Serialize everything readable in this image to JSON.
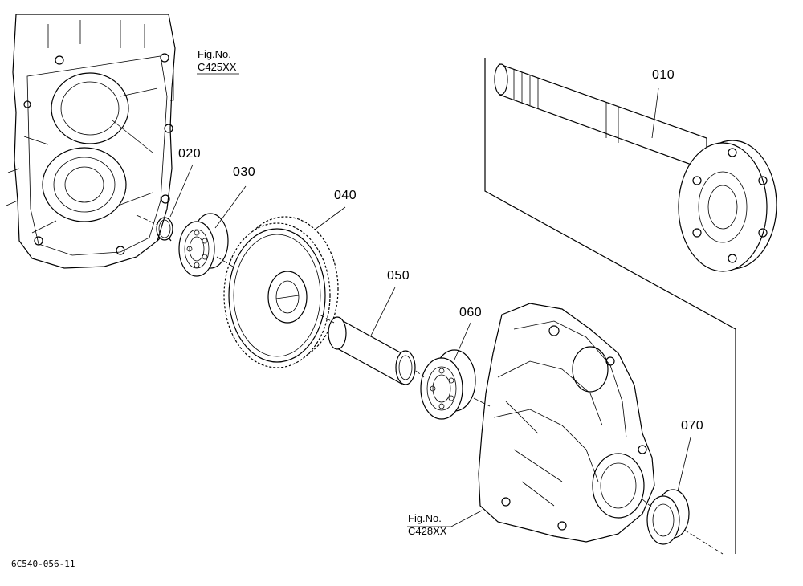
{
  "parts": [
    {
      "number": "010"
    },
    {
      "number": "020"
    },
    {
      "number": "030"
    },
    {
      "number": "040"
    },
    {
      "number": "050"
    },
    {
      "number": "060"
    },
    {
      "number": "070"
    }
  ],
  "figure_refs": [
    {
      "label": "Fig.No.",
      "code": "C425XX"
    },
    {
      "label": "Fig.No.",
      "code": "C428XX"
    }
  ],
  "diagram_code": "6C540-056-11"
}
